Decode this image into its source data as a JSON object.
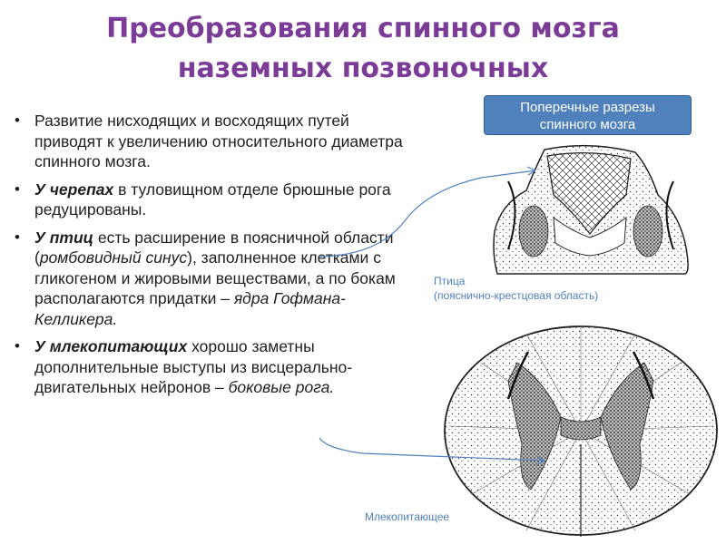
{
  "slide": {
    "title_line1": "Преобразования спинного мозга",
    "title_line2": "наземных позвоночных"
  },
  "bullets": [
    {
      "lead": "",
      "text": "Развитие нисходящих и восходящих путей приводят к увеличению относительного диаметра спинного мозга."
    },
    {
      "lead": "У черепах",
      "text": " в туловищном отделе брюшные рога редуцированы."
    },
    {
      "lead": "У птиц",
      "text_a": " есть расширение в поясничной области (",
      "term1": "ромбовидный синус",
      "text_b": "), заполненное клетками с гликогеном и жировыми веществами, а по бокам располагаются придатки – ",
      "term2": "ядра Гофмана-Келликера."
    },
    {
      "lead": "У млекопитающих",
      "text_a": " хорошо заметны дополнительные выступы из висцерально-двигательных нейронов – ",
      "term1": "боковые рога."
    }
  ],
  "bullet_glyph": "•",
  "figure_badge": {
    "line1": "Поперечные разрезы",
    "line2": "спинного мозга"
  },
  "captions": {
    "bird_line1": "Птица",
    "bird_line2": "(пояснично-крестцовая область)",
    "mammal": "Млекопитающее"
  },
  "colors": {
    "title": "#7a3c97",
    "accent": "#4f81bd",
    "text": "#1f1f1f"
  }
}
